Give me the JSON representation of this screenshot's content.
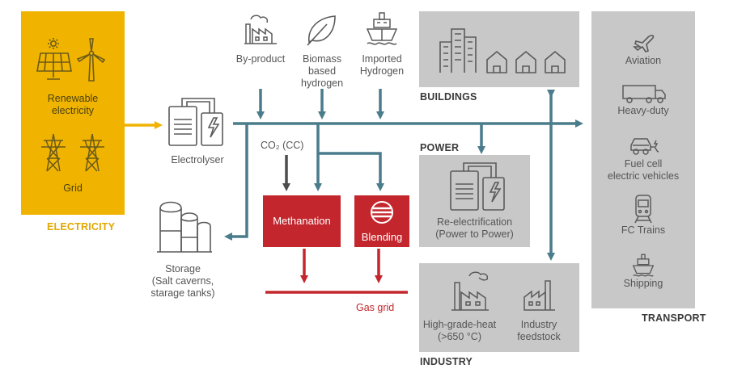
{
  "electricity": {
    "renewable_label": "Renewable\nelectricity",
    "grid_label": "Grid",
    "title": "ELECTRICITY"
  },
  "electrolyser": {
    "label": "Electrolyser"
  },
  "sources": {
    "byproduct": "By-product",
    "biomass": "Biomass\nbased\nhydrogen",
    "imported": "Imported\nHydrogen"
  },
  "co2_label": "CO₂ (CC)",
  "methanation": {
    "label": "Methanation"
  },
  "blending": {
    "label": "Blending"
  },
  "gas_grid": {
    "label": "Gas grid"
  },
  "storage": {
    "label": "Storage\n(Salt caverns,\nstarage tanks)"
  },
  "buildings": {
    "title": "BUILDINGS"
  },
  "power": {
    "title": "POWER",
    "label": "Re-electrification\n(Power to Power)"
  },
  "industry": {
    "title": "INDUSTRY",
    "heat_label": "High-grade-heat\n(>650 °C)",
    "feedstock_label": "Industry\nfeedstock"
  },
  "transport": {
    "title": "TRANSPORT",
    "items": [
      "Aviation",
      "Heavy-duty",
      "Fuel cell\nelectric vehicles",
      "FC Trains",
      "Shipping"
    ]
  },
  "colors": {
    "electricity_yellow": "#f0b400",
    "flow_blue": "#4a7c8c",
    "red": "#c3262c",
    "panel_grey": "#c8c8c8",
    "dark_arrow": "#4d4d4d"
  }
}
